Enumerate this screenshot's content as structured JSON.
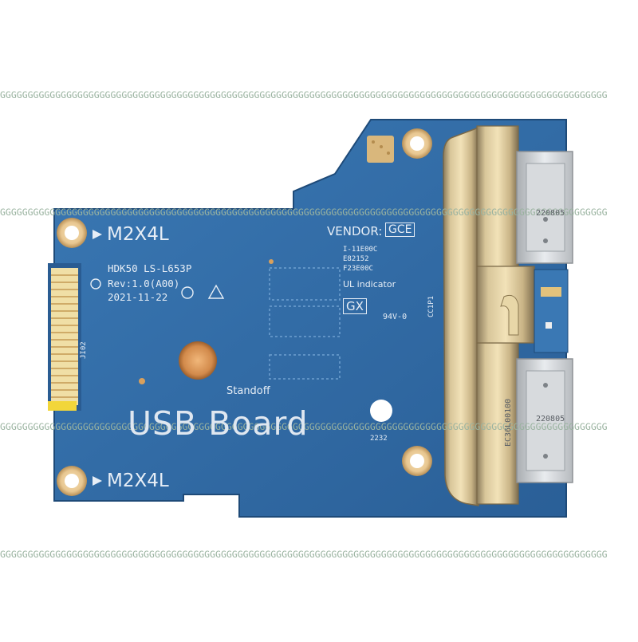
{
  "watermark": {
    "text": "GGGGGGGGGGGGGGGGGGGGGGGGGGGGGGGGGGGGGGGGGGGGGGGGGGGGGGGGGGGGGGGGGGGGGGGGGGGGGGGGGGGGGGGGGGGGGGGGGGGGGGGGGGGGGG",
    "color": "#9ab3a0"
  },
  "board": {
    "pcb_color": "#2f6aa6",
    "title": "USB Board",
    "screw_label_top": "M2X4L",
    "screw_label_bottom": "M2X4L",
    "model": "HDK50 LS-L653P",
    "revision": "Rev:1.0(A00)",
    "date": "2021-11-22",
    "standoff_label": "Standoff",
    "vendor_label": "VENDOR:",
    "vendor_code": "GCE",
    "code_lines": [
      "I-11E00C",
      "E82152",
      "F23E00C"
    ],
    "ul_indicator": "UL indicator",
    "ul_mark": "GX",
    "ul_rating": "94V-0",
    "connector_ref": "JI02",
    "cc_ref": "CC1P1",
    "part_ref": "2232",
    "port_label_top": "220805",
    "port_label_bottom": "220805",
    "port_serial": "EC36L00100"
  }
}
